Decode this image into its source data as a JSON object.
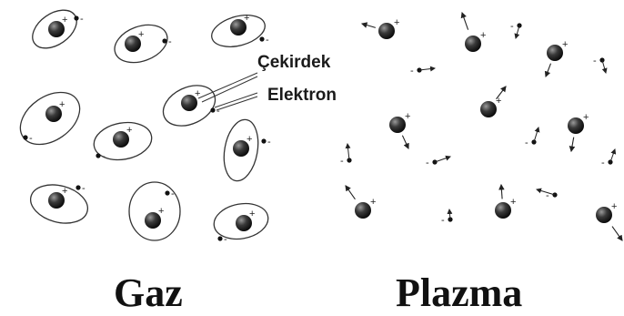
{
  "labels": {
    "nucleus": "Çekirdek",
    "electron": "Elektron",
    "gas": "Gaz",
    "plasma": "Plazma"
  },
  "signs": {
    "positive": "+",
    "negative": "-"
  },
  "colors": {
    "ink": "#1a1a1a",
    "nucleus_dark": "#111111",
    "nucleus_light": "#8c8c8c",
    "background": "#ffffff"
  }
}
